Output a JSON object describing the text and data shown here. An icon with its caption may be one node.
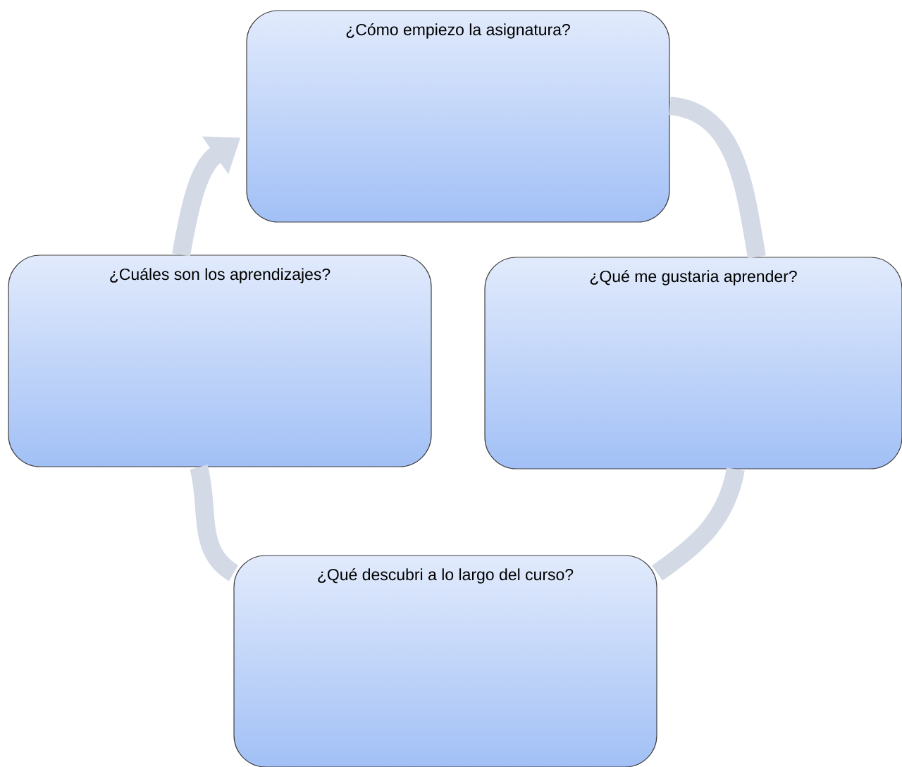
{
  "diagram": {
    "nodes": [
      {
        "text": [
          "¿Cómo empiezo la asignatura?"
        ]
      },
      {
        "text": [
          "¿Qué me gustaria aprender?"
        ]
      },
      {
        "text": [
          "¿Qué  descubri a lo largo del curso?"
        ]
      },
      {
        "text": [
          "¿Cuáles son los aprendizajes?"
        ]
      }
    ],
    "edges": [
      {
        "from": 0,
        "to": 1,
        "arrow": "none"
      },
      {
        "from": 1,
        "to": 2,
        "arrow": "none"
      },
      {
        "from": 2,
        "to": 3,
        "arrow": "none"
      },
      {
        "from": 3,
        "to": 0,
        "arrow": "to"
      }
    ]
  }
}
